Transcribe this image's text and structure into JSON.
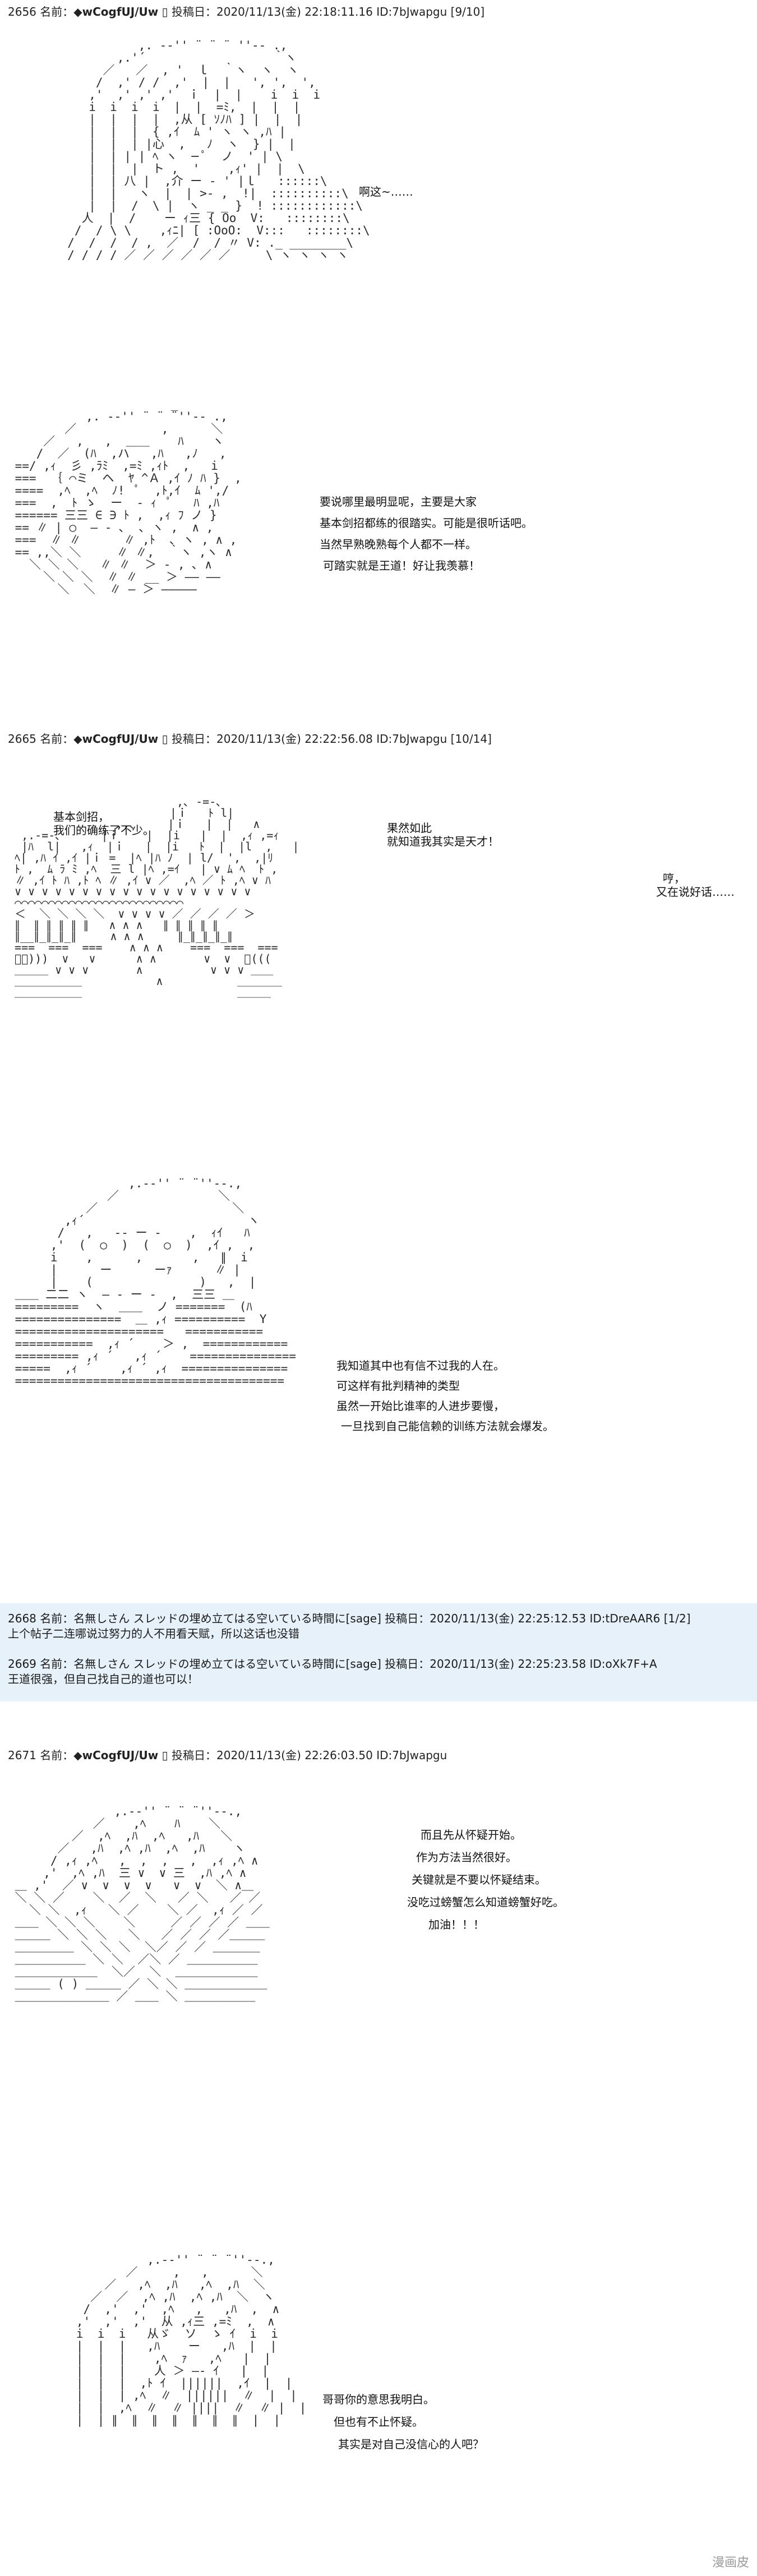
{
  "posts": [
    {
      "number": "2656",
      "label": "名前：",
      "trip": "◆wCogfUJ/Uw",
      "flag": "▯",
      "date_label": "投稿日：",
      "datetime": "2020/11/13(金) 22:18:11.16",
      "id": "ID:7bJwapgu",
      "page": "[9/10]"
    },
    {
      "number": "2665",
      "label": "名前：",
      "trip": "◆wCogfUJ/Uw",
      "flag": "▯",
      "date_label": "投稿日：",
      "datetime": "2020/11/13(金) 22:22:56.08",
      "id": "ID:7bJwapgu",
      "page": "[10/14]"
    },
    {
      "number": "2671",
      "label": "名前：",
      "trip": "◆wCogfUJ/Uw",
      "flag": "▯",
      "date_label": "投稿日：",
      "datetime": "2020/11/13(金) 22:26:03.50",
      "id": "ID:7bJwapgu",
      "page": ""
    }
  ],
  "replies": [
    {
      "header": "2668 名前：名無しさん スレッドの埋め立てはる空いている時間に[sage] 投稿日：2020/11/13(金) 22:25:12.53 ID:tDreAAR6 [1/2]",
      "text": "上个帖子二连哪说过努力的人不用看天赋，所以这话也没错"
    },
    {
      "header": "2669 名前：名無しさん スレッドの埋め立てはる空いている時間に[sage] 投稿日：2020/11/13(金) 22:25:23.58 ID:oXk7F+A",
      "text": "王道很强，但自己找自己的道也可以！"
    }
  ],
  "dialogue": {
    "d1": [
      "啊这~……"
    ],
    "d2": [
      "要说哪里最明显呢，主要是大家",
      "基本剑招都练的很踏实。可能是很听话吧。",
      "当然早熟晚熟每个人都不一样。",
      "可踏实就是王道！好让我羡慕！"
    ],
    "d3a": [
      "基本剑招，",
      "我们的确练了不少。"
    ],
    "d3b": [
      "果然如此",
      "就知道我其实是天才！"
    ],
    "d3c": [
      "哼，",
      "又在说好话……"
    ],
    "d4": [
      "我知道其中也有信不过我的人在。",
      "可这样有批判精神的类型",
      "虽然一开始比谁率的人进步要慢，",
      "一旦找到自己能信赖的训练方法就会爆发。"
    ],
    "d5": [
      "而且先从怀疑开始。",
      "作为方法当然很好。",
      "关键就是不要以怀疑结束。",
      "没吃过螃蟹怎么知道螃蟹好吃。",
      "加油！！！"
    ],
    "d6": [
      "哥哥你的意思我明白。",
      "但也有不止怀疑。",
      "其实是对自己没信心的人吧？"
    ]
  },
  "art": {
    "a1": "            ,. -‐'' ¨ ¨ ¨ ''‐- .,\n         ,.'´                  ｀ヽ\n       ／   ／  , '  ｌ  ｀ヽ  ヽ  ヽ\n      /  ,' / /  ,'  |  |   ', ',  ',\n     ,'  ,' ,' ,'  ｉ  |  |    i  i  i\n     i  i  i  i  |  |  =ﾐ,  |  |  |\n     |  |  |  |  ,从 [ ｿﾉﾊ ] |  |  |\n     |  |  |  { ,ｲ  ﾑ ' ヽ ヽ ,ﾊ |\n     |  |  | |心  ,   ﾉ  ヽ  } |  |\n     |  | | | ﾍ ヽ  ─ ﾟ  ノ  ' | \\\n     |  |  |  ト ,  '    ,ｨ' |  |  \\\n     |  | 八 |  ,介 ー ‐ ' |ｌ   ::::::\\\n     |  |   ヽ  |  | >- ,  !|  ::::::::::\\\n     |  |  /  \\ |  ヽ _ _ }  ! ::::::::::::\\\n    人  |  /    ー ｨ三 { Oo  V:   ::::::::\\\n   /  / \\ \\    ,ｨﾆ| [ :OoO:  V:::   ::::::::\\\n  /  /  /  / ,  ／  /  / 〃 V: ._ ________\\\n  / / / / ／ ／ ／ ／ ／ ／     \\ ヽ ヽ ヽ ヽ",
    "a2": "                       _\n           ,. -‐'' ¨ ¨ ¨''‐- .,\n        ／            ,      ＼\n     ／   ,   ,  ＿＿    ﾊ    ヽ\n    /  ／  (ﾊ  ,ハ   ,ﾊ   ,ﾉ   ,\n ==/ ,ｨ  彡 ,ﾗﾐ  ,=ﾐ ,ｨﾄ  ,   i\n ===  ｛ ⌒ミ  ヘ  ﾔ ^Ａ ,ｲ ﾉ ﾊ }  ,\n ====  ,ﾍ  ,ﾍ  ﾉ!  ﾟ  ,ﾄ,ｲ  ﾑ ',/\n ===  ,  ﾄ ゝ  ー  ‐ ｨ  ﾟ   ﾊ ,ﾊ\n ====== 三三 ∈ ∋ ﾄ ,  ,ｨ ﾌ ノ }\n == ∥ | ○  ― ‐ ､  ､ ヽ ,  ∧ ,\n ===  ∥ ∥      ∥ ,ﾄ  ､ ヽ , ∧ ,\n == ,,＼ ＼     ∥ ∥,  ｀ヽ ,ヽ ∧\n   ＼ ＼ ＼   ∥ ∥  ＞ - , ､ ∧\n     ＼ ＼ ＼  ∥ ∥ __ ＞ ―― ――\n       ＼  ＼  ∥ ― ＞ ―――――",
    "a3": "                         ,､ -=-､\n                        |ｉ   ﾄ l|\n               _,.、    |ｉ   |  |   ∧\n  ,.-=-､      |ｉ    |  |i   |  |  ,ｨ ,=ｨ\n  |ﾊ  l|   ,ｨ  |ｉ   |  |i   ﾄ  |  |l  ,   |\n ﾍ| ,ﾊ ｲ ,ｲ |ｉ =  |ﾍ |ﾊ ﾉ  | l/  ',  ,|ﾘ\n ﾄ ,  ﾑ ﾗ ﾐ ,ﾍ  三 l |ﾍ ,=ｲ   | ∨ ﾑ ﾍ  ﾄ ,\n ∥ ,ｲ ﾄ ﾊ ,ﾄ ﾍ ∥ ,ｲ ∨ ／  ,ﾍ ／ ﾄ ,ﾍ ∨ ﾊ\n ∨ ∨ ∨ ∨ ∨ ∨ ∨ ∨ ∨ ∨ ∨ ∨ ∨ ∨ ∨ ∨ ∨ ∨\n ⌒⌒⌒⌒⌒⌒⌒⌒⌒⌒⌒⌒⌒⌒⌒⌒⌒⌒⌒⌒⌒⌒⌒⌒⌒\n ＜  ＼ ＼ ＼ ＼  ∨ ∨ ∨ ∨ ／ ／ ／ ／ ＞\n ∥  ∥ ∥ ∥ ∥ ∥   ∧ ∧ ∧   ∥ ∥ ∥ ∥ ∥\n ∥__∥_∥_∥_∥     ∧ ∧ ∧     ∥_∥_∥_∥_∥\n ===  ===  ===    ∧ ∧ ∧    ===  ===  ===\n ﾞ〉)))  ∨   ∨      ∧ ∧       ∨  ∨  〈((( \n ＿＿＿ ∨ ∨ ∨       ∧          ∨ ∨ ∨ ＿＿\n ＿＿＿＿＿＿           ∧           ＿＿＿＿\n ＿＿＿＿＿＿                       ＿＿＿",
    "a4": "                 ,.-‐'' ¨ ¨''‐-.,\n              ／              ＼\n           ／                   ＼\n        ,ｨ´                       ヽ\n       /   ,   -‐ ー ‐    ,  ｨｲ   ﾊ\n      ,'  (  ○  )  (  ○  )  ,ｲ ,  ,\n      i    ,      ,       ,   ∥  i\n      |      ー      ーｧ      ∥ |\n      |    (               )   ,  |\n ＿＿ 二二 ヽ  ― ‐ ー ‐  ,  三三 ＿\n =========  ヽ  ＿＿  ノ =======  (ﾊ\n ===============  ＿ ,ｨ ==========  Y\n =====================   ===========\n ===========  ,ｨ ´    ＞ ,  ============\n ========= ,ｨ ´   ,ｨ ´    ===============\n =====  ,ｨ ´    ,ｨ ´ ,ｨ  ===============\n ======================================",
    "a5": "               ,.-‐'' ¨ ¨ ¨''‐-.,\n            ／    ,ﾍ    ﾊ    ＼\n         ／  ,ﾍ  ,ﾊ  ,ﾍ   ,ﾊ   ＼\n       ／   ,ﾊ  ,ﾍ ,ﾊ  ,ﾍ  ,ﾊ    ヽ\n      / ,ｨ ,ﾍ   ,  ,  ,   ,  ,ｨ ,ﾍ ∧\n     ,'  ,ﾍ ,ﾊ  三 ∨  ∨ 三  ,ﾊ ,ﾍ ∧\n ＿ ,'  ／ ∨  ∨  ∨  ∨   ∨  ∨  ＼ ∧＿\n ＼ ＼ ／    ＼  ／  ＼   ／ ＼   ／ ／\n   ＼ ＼  ,ｨ   ＼ ／    ＼ ／  ,ｨ ／ ／\n ＿＿ ＼ ＼ ＼    ＼     ／ ／ ／ ／ ＿＿\n ＿＿＿ ＼ ＼ ＼   ＼   ／ ／ ／ ／＿＿＿\n ＿＿＿＿＿ ＼ ＼ ＼  ＼／ ／ ／ ＿＿＿＿\n ＿＿＿＿＿＿ ＼ ＼  ／＼ ／ ＿＿＿＿＿＿\n ＿＿＿＿＿＿＿  ＼／  ＼  ＿＿＿＿＿＿＿\n ＿＿＿ ( ) ＿＿＿ ／ ＼ ＼ ＿＿＿＿＿＿＿\n ＿＿＿＿＿＿＿＿ ／ ＿＿ ＼ ＿＿＿＿＿＿",
    "a6": "                ,.-‐'' ¨ ¨ ¨''‐-.,\n             ／     ,   ,      ＼\n          ／   ,ﾍ  ,ﾊ   ,ﾍ  ,ﾊ  ＼\n        ／  ／  ,ﾍ ,ﾊ  ,ﾍ ,ﾊ  ＼  ヽ\n       /  ,'  ,'  ,ﾍ   ,   ,ﾊ  ,  ∧\n      ,'  ,'  ,'  从 ,ｨ三 ,=ﾐ  ,  ∧\n      i  i  i   从ゞ  ソ  ゝ ｲ  i  i\n      |  |  |   ,ﾊ    ー   ,ﾊ  |  |\n      |  |  |    ,ﾍ  ｧ   ,ﾍ   |  |\n      |  |  |    人 ＞ ―‐ ｲ   |  |\n      |  |  |  ,ﾄ ｲ  ||||||  ,ｲ  |  |\n      |  |  | ,ﾍ  ∥  ||||||  ∥  |  |\n      |  |  ,ﾍ  ∥  ∥ ||||  ∥  ∥ |  |\n      |  | ∥  ∥  ∥  ∥  ∥  ∥  ∥  |  |"
  },
  "watermark": "漫画皮"
}
